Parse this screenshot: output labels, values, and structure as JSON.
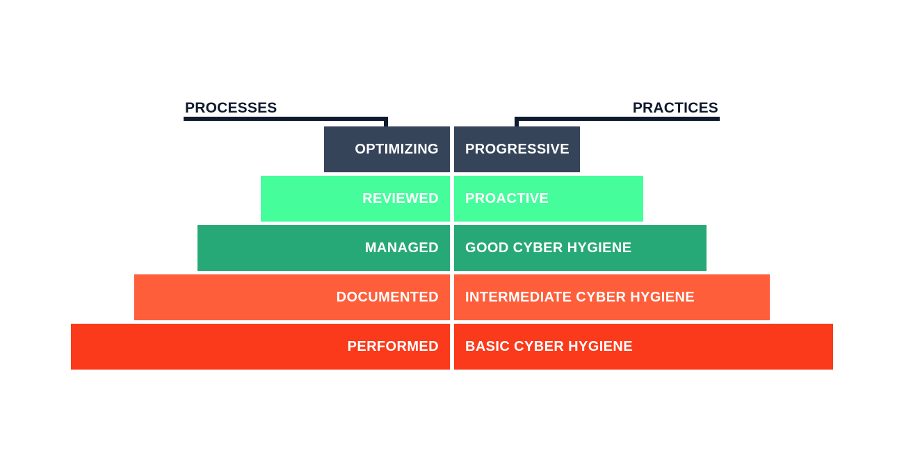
{
  "headers": {
    "processes": "PROCESSES",
    "practices": "PRACTICES"
  },
  "levels": [
    {
      "process": "OPTIMIZING",
      "practice": "PROGRESSIVE",
      "color": "#36445a"
    },
    {
      "process": "REVIEWED",
      "practice": "PROACTIVE",
      "color": "#45fd9b"
    },
    {
      "process": "MANAGED",
      "practice": "GOOD CYBER HYGIENE",
      "color": "#27a877"
    },
    {
      "process": "DOCUMENTED",
      "practice": "INTERMEDIATE CYBER HYGIENE",
      "color": "#fe5e3a"
    },
    {
      "process": "PERFORMED",
      "practice": "BASIC CYBER HYGIENE",
      "color": "#fa3a1b"
    }
  ],
  "colors": {
    "bracket": "#0f1a2e",
    "background": "#ffffff",
    "tier_text": "#ffffff"
  }
}
